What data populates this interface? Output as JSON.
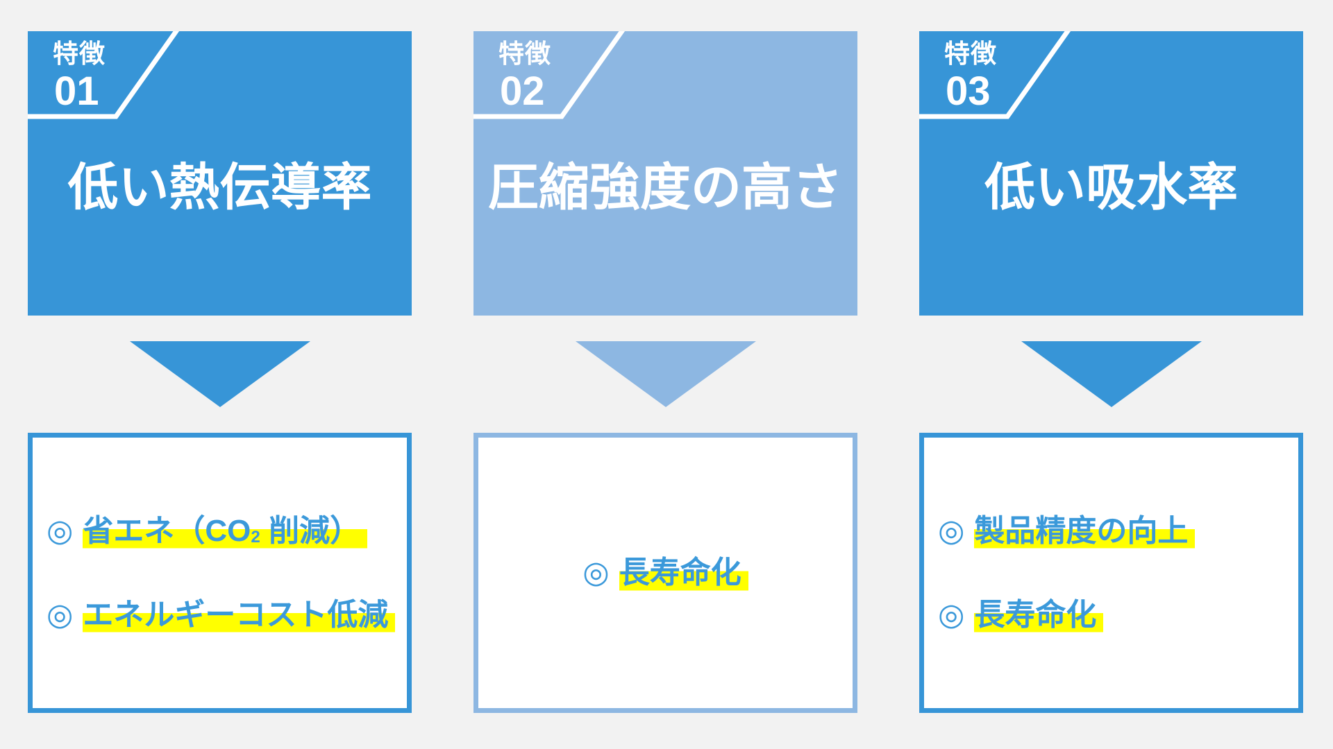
{
  "canvas": {
    "background": "#f2f2f2"
  },
  "colors": {
    "canvas_bg": "#f2f2f2",
    "primary_blue": "#3795d7",
    "light_blue": "#8db7e2",
    "text_blue": "#3b99da",
    "highlight_yellow": "#ffff00",
    "badge_text": "#ffffff",
    "title_text": "#ffffff",
    "benefit_bg": "#ffffff"
  },
  "icons": {
    "down_arrow": "triangle-down-shape",
    "badge_slash": "white-diagonal-slash-line",
    "benefit_marker": "double-circle-bullseye"
  },
  "features": [
    {
      "badge_label": "特徴",
      "badge_number": "01",
      "title": "低い熱伝導率",
      "theme": "primary",
      "benefits": [
        {
          "marker": "◎",
          "pre": "省エネ（CO",
          "sub": "2",
          "post": " 削減）"
        },
        {
          "marker": "◎",
          "pre": "エネルギーコスト低減",
          "sub": "",
          "post": ""
        }
      ]
    },
    {
      "badge_label": "特徴",
      "badge_number": "02",
      "title": "圧縮強度の高さ",
      "theme": "light",
      "benefits": [
        {
          "marker": "◎",
          "pre": "長寿命化",
          "sub": "",
          "post": ""
        }
      ]
    },
    {
      "badge_label": "特徴",
      "badge_number": "03",
      "title": "低い吸水率",
      "theme": "primary",
      "benefits": [
        {
          "marker": "◎",
          "pre": "製品精度の向上",
          "sub": "",
          "post": ""
        },
        {
          "marker": "◎",
          "pre": "長寿命化",
          "sub": "",
          "post": ""
        }
      ]
    }
  ]
}
